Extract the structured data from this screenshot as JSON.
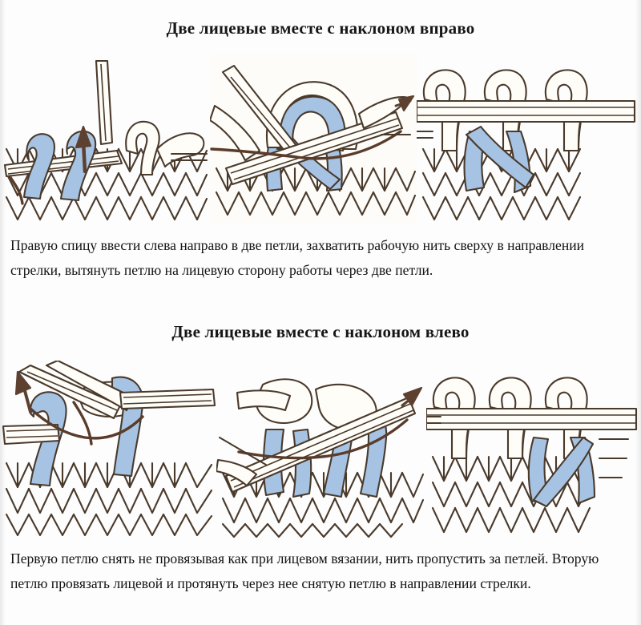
{
  "document": {
    "language": "ru",
    "kind": "knitting-technique-illustration"
  },
  "sections": [
    {
      "id": "right-slant",
      "title": "Две лицевые вместе с наклоном вправо",
      "instruction": "Правую спицу ввести слева направо в две петли, захватить рабочую нить сверху в направлении стрелки, вытянуть петлю на лицевую сторону работы через две петли.",
      "panels": [
        {
          "id": "panel-1",
          "caption_semantic": "needle-inserted-into-two-stitches",
          "arrow": "up"
        },
        {
          "id": "panel-2",
          "caption_semantic": "yarn-wrapped-and-loop-drawn-through",
          "arrow": "up-right"
        },
        {
          "id": "panel-3",
          "caption_semantic": "finished-right-leaning-decrease",
          "arrow": "none"
        }
      ]
    },
    {
      "id": "left-slant",
      "title": "Две лицевые вместе с наклоном влево",
      "instruction": "Первую петлю снять не провязывая как при лицевом вязании, нить пропустить за петлей. Вторую петлю провязать лицевой и протянуть через нее снятую петлю в направлении стрелки.",
      "panels": [
        {
          "id": "panel-4",
          "caption_semantic": "first-stitch-slipped-knitwise",
          "arrow": "up-left"
        },
        {
          "id": "panel-5",
          "caption_semantic": "second-stitch-knitted-and-pulled-through",
          "arrow": "up-right"
        },
        {
          "id": "panel-6",
          "caption_semantic": "finished-left-leaning-decrease",
          "arrow": "none"
        }
      ]
    }
  ],
  "palette": {
    "background": "#fdfdfd",
    "highlight_loop_blue": "#a6c3e3",
    "yarn_outline_brown": "#4a3a2c",
    "arrow_brown": "#5d4030",
    "yarn_fill": "#fffdf8",
    "text": "#131313"
  }
}
